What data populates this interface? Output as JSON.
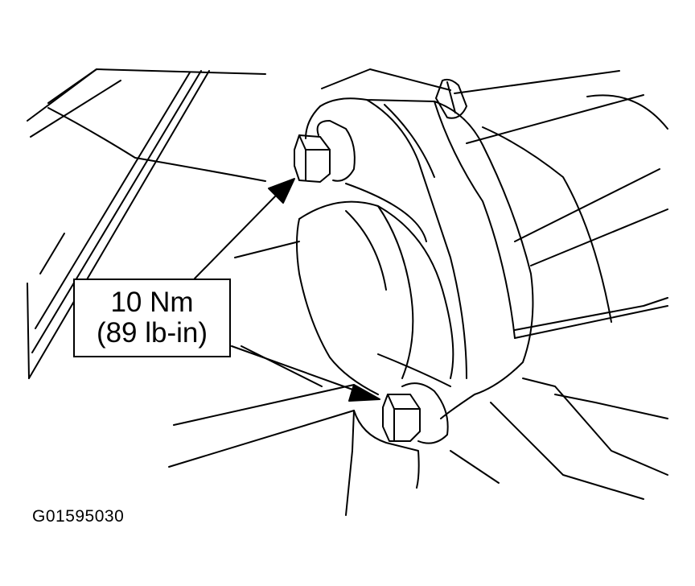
{
  "callout": {
    "torque_metric": "10 Nm",
    "torque_imperial": "(89 lb-in)"
  },
  "figure_id": "G01595030",
  "colors": {
    "line": "#000000",
    "background": "#ffffff"
  }
}
